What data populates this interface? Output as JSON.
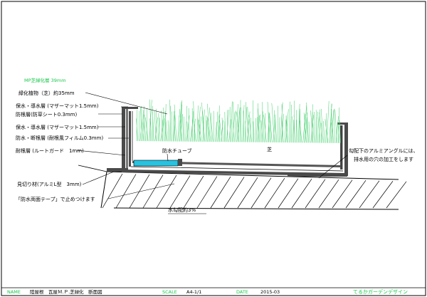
{
  "drawing": {
    "header_green": "MP芝緑化層 39mm",
    "labels_left": [
      "緑化植物（芝）約35mm",
      "保水・導水層 (マザーマット1.5mm)",
      "防根層(防草シート0.3mm)",
      "保水・導水層 (マザーマット1.5mm)",
      "防水・断根層 (耐根風フィルム0.3mm)",
      "耐根層 (ルートガード　1mm)"
    ],
    "label_tube": "防水チューブ",
    "label_turf": "芝",
    "note_right": [
      "勾配下のアルミアングルには、",
      "排水用の穴の加工をします"
    ],
    "label_edge": "見切り材(アルミL型　3mm)",
    "label_tape": "「防水両面テープ」で止めつけます",
    "label_slope": "水勾配約3%"
  },
  "title_block": {
    "name_key": "NAME",
    "name_val": "陸屋根　瓦屋Ｍ.Ｐ.芝緑化　断面図",
    "scale_key": "SCALE",
    "scale_val": "A4-1/1",
    "date_key": "DATE",
    "date_val": "2015-03",
    "brand": "てるかガーデンデザイン"
  },
  "colors": {
    "green_text": "#19c84b",
    "tube": "#27c3e0",
    "layer_dark": "#4a4a4a",
    "grass": "#3fcf6a"
  }
}
